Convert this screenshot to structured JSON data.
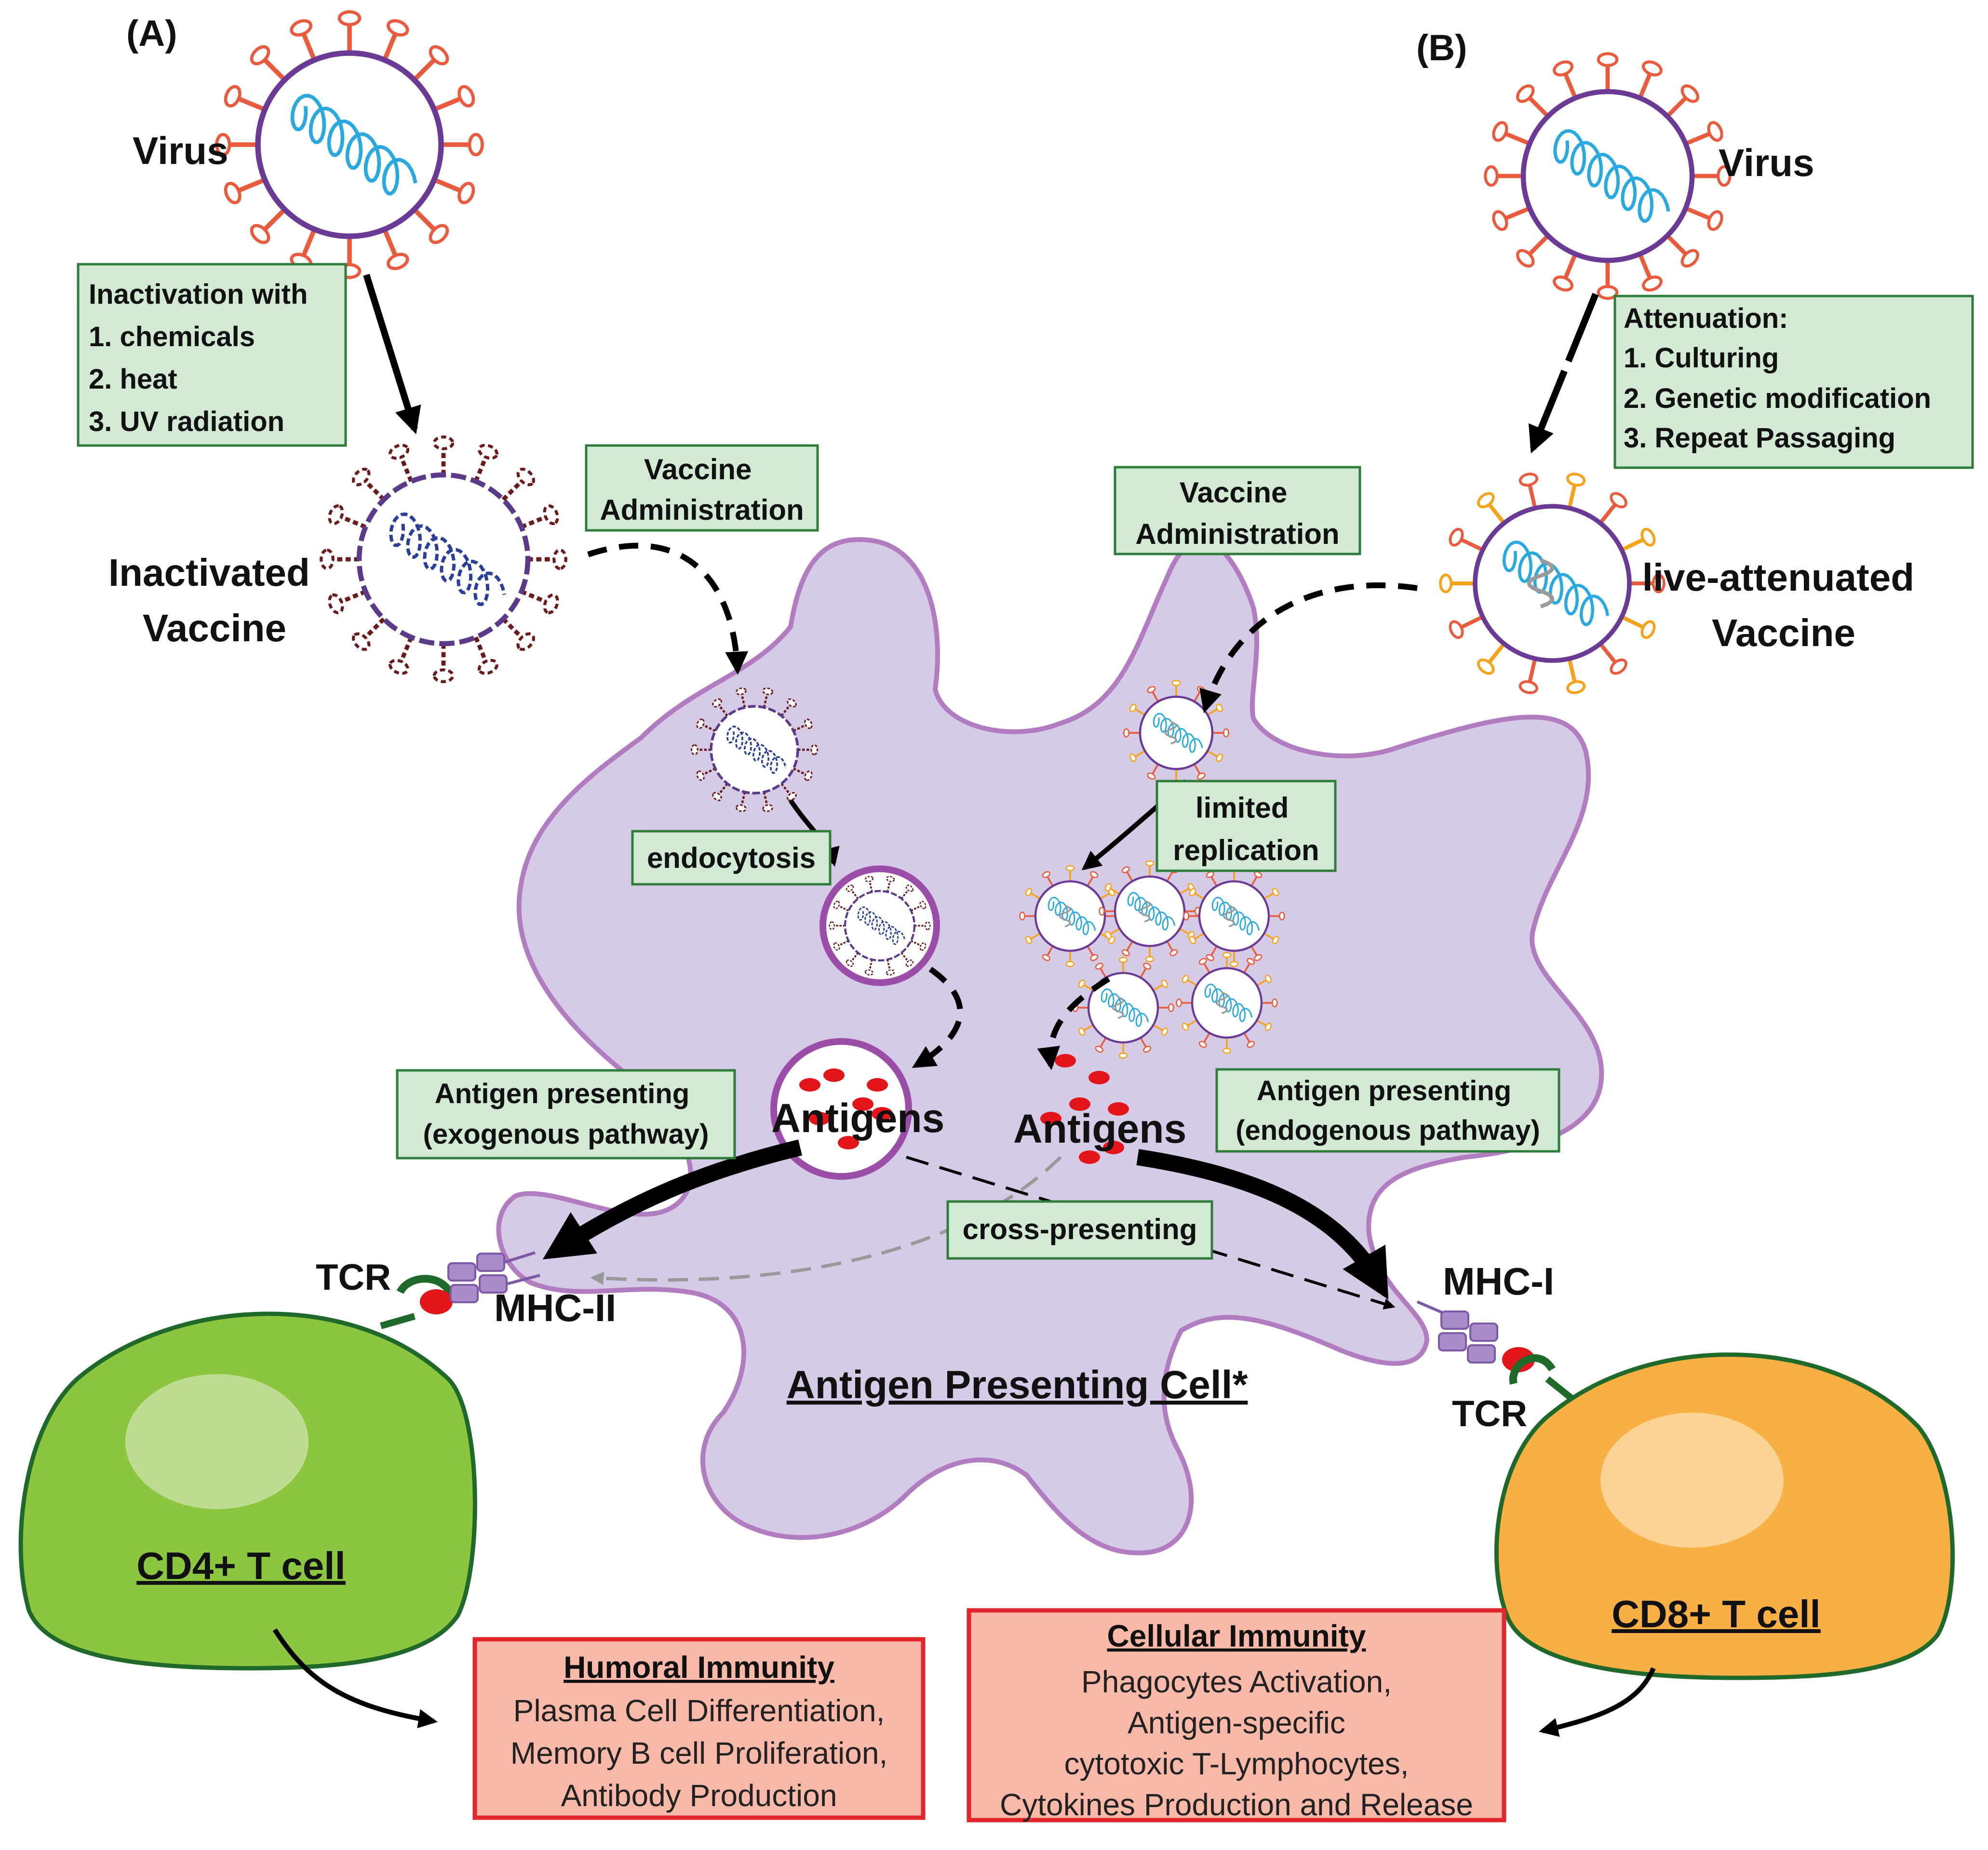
{
  "panels": {
    "a": "(A)",
    "b": "(B)"
  },
  "virus_a": {
    "label": "Virus"
  },
  "virus_b": {
    "label": "Virus"
  },
  "inactivation": {
    "lines": [
      "Inactivation with",
      "1. chemicals",
      "2. heat",
      "3. UV radiation"
    ]
  },
  "attenuation": {
    "lines": [
      "Attenuation:",
      "1. Culturing",
      "2. Genetic modification",
      "3. Repeat Passaging"
    ]
  },
  "inactivated_vaccine": {
    "lines": [
      "Inactivated",
      "Vaccine"
    ]
  },
  "live_vaccine": {
    "lines": [
      "live-attenuated",
      "Vaccine"
    ]
  },
  "admin_a": {
    "lines": [
      "Vaccine",
      "Administration"
    ]
  },
  "admin_b": {
    "lines": [
      "Vaccine",
      "Administration"
    ]
  },
  "endocytosis": "endocytosis",
  "limited_replication": {
    "lines": [
      "limited",
      "replication"
    ]
  },
  "antigens_a": "Antigens",
  "antigens_b": "Antigens",
  "exogenous": {
    "lines": [
      "Antigen presenting",
      "(exogenous pathway)"
    ]
  },
  "endogenous": {
    "lines": [
      "Antigen presenting",
      "(endogenous pathway)"
    ]
  },
  "cross_presenting": "cross-presenting",
  "tcr_a": "TCR",
  "tcr_b": "TCR",
  "mhc2": "MHC-II",
  "mhc1": "MHC-I",
  "apc": "Antigen Presenting Cell*",
  "cd4": "CD4+ T cell",
  "cd8": "CD8+ T cell",
  "humoral": {
    "title": "Humoral Immunity",
    "lines": [
      "Plasma Cell Differentiation,",
      "Memory B cell Proliferation,",
      "Antibody Production"
    ]
  },
  "cellular": {
    "title": "Cellular Immunity",
    "lines": [
      "Phagocytes Activation,",
      "Antigen-specific",
      "cytotoxic T-Lymphocytes,",
      "Cytokines Production and Release"
    ]
  },
  "colors": {
    "green_box_fill": "#d2ead3",
    "green_box_stroke": "#2f7d3a",
    "red_box_fill": "#f8b9a8",
    "red_box_stroke": "#e3262b",
    "apc_fill": "#d6cbe6",
    "apc_stroke": "#b27cc0",
    "cd4_fill": "#8cc63e",
    "cd8_fill": "#f8b044",
    "virus_spike": "#ea5a3c",
    "virus_membrane": "#6a3a95",
    "rna": "#29a9e0",
    "antigen": "#e3141a"
  }
}
